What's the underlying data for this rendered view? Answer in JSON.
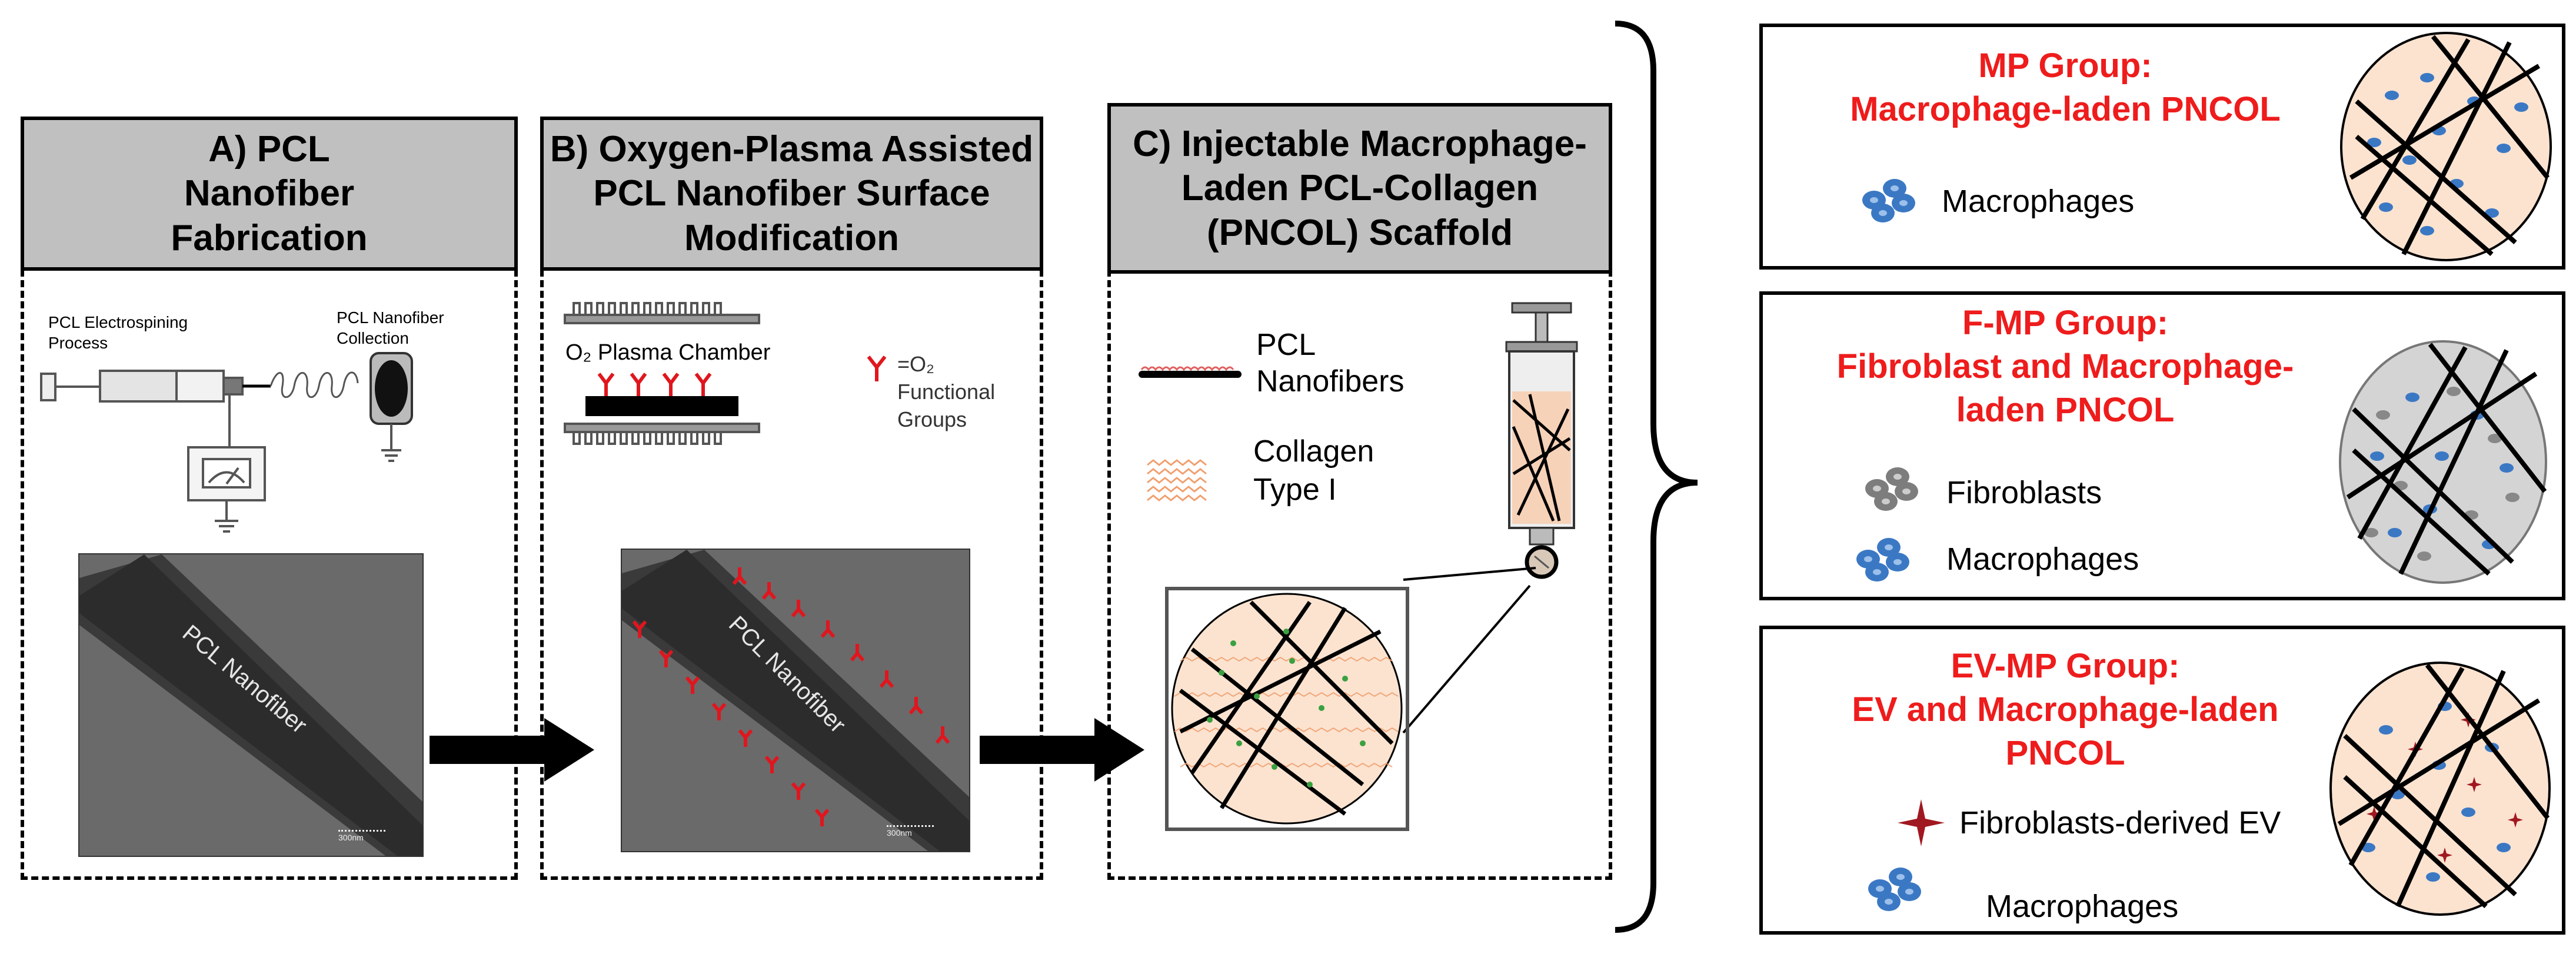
{
  "panels": {
    "a": {
      "title_lines": [
        "A) PCL",
        "Nanofiber",
        "Fabrication"
      ],
      "electrospinning_label": [
        "PCL Electrospining",
        "Process"
      ],
      "collection_label": [
        "PCL Nanofiber",
        "Collection"
      ],
      "sem_label": "PCL Nanofiber",
      "scale_label": "300nm"
    },
    "b": {
      "title_lines": [
        "B) Oxygen-Plasma Assisted",
        "PCL Nanofiber Surface",
        "Modification"
      ],
      "chamber_label": "O₂ Plasma Chamber",
      "functional_label": [
        "=O₂",
        "Functional",
        "Groups"
      ],
      "sem_label": "PCL Nanofiber",
      "scale_label": "300nm"
    },
    "c": {
      "title_lines": [
        "C) Injectable Macrophage-",
        "Laden PCL-Collagen",
        "(PNCOL) Scaffold"
      ],
      "legend_pcl": [
        "PCL",
        "Nanofibers"
      ],
      "legend_collagen": [
        "Collagen",
        "Type I"
      ]
    }
  },
  "groups": [
    {
      "title_lines": [
        "MP Group:",
        "Macrophage-laden PNCOL"
      ],
      "legend": [
        {
          "icon": "macrophage",
          "label": "Macrophages"
        }
      ]
    },
    {
      "title_lines": [
        "F-MP Group:",
        "Fibroblast and Macrophage-",
        "laden PNCOL"
      ],
      "legend": [
        {
          "icon": "fibroblast",
          "label": "Fibroblasts"
        },
        {
          "icon": "macrophage",
          "label": "Macrophages"
        }
      ]
    },
    {
      "title_lines": [
        "EV-MP Group:",
        "EV and Macrophage-laden",
        "PNCOL"
      ],
      "legend": [
        {
          "icon": "ev",
          "label": "Fibroblasts-derived EV"
        },
        {
          "icon": "macrophage",
          "label": "Macrophages"
        }
      ]
    }
  ],
  "colors": {
    "group_title": "#ee1c1c",
    "panel_header": "#c0c0c0",
    "functional_group": "#e0161e",
    "macrophage": "#3b78c4",
    "fibroblast": "#7d7d7d",
    "ev": "#a01820",
    "collagen": "#f6d2b8"
  }
}
